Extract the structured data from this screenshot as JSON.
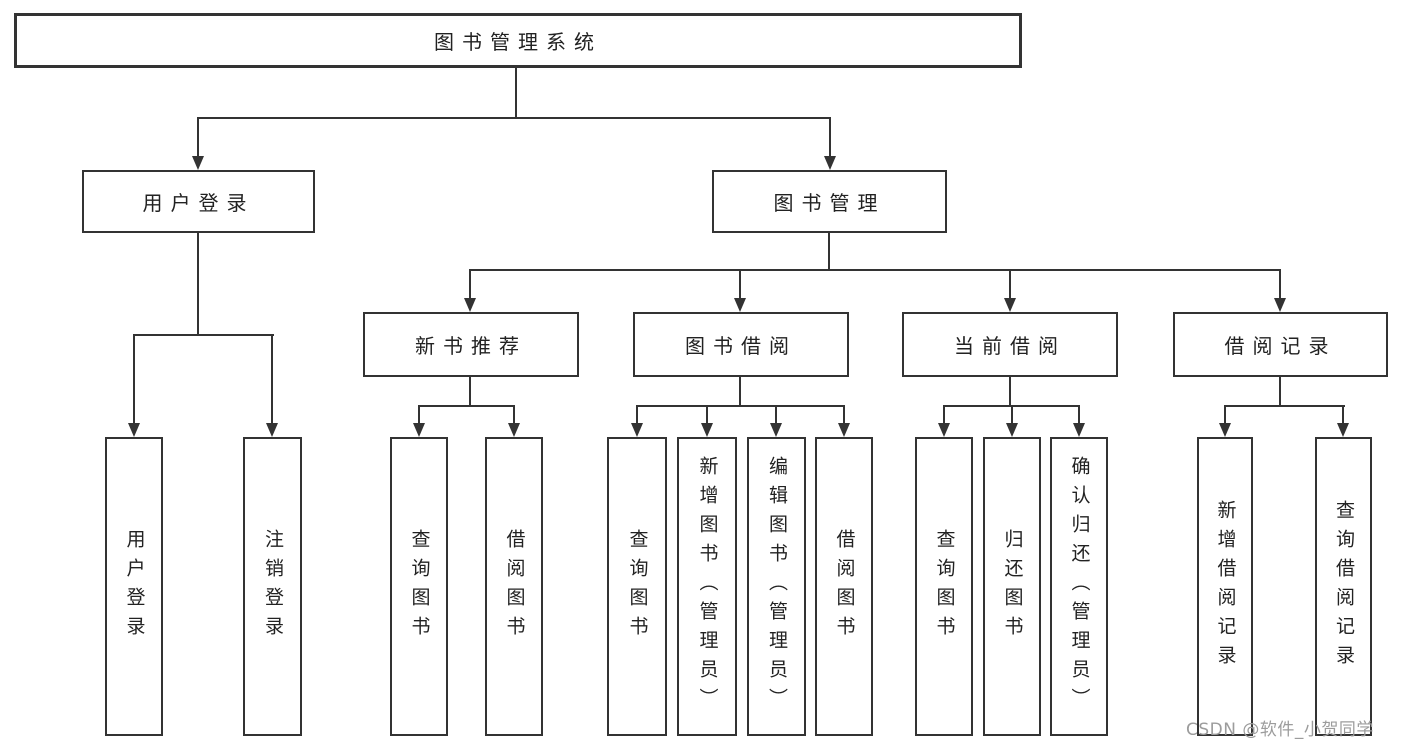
{
  "diagram": {
    "root_label": "图书管理系统",
    "login": {
      "label": "用户登录",
      "children": [
        "用户登录",
        "注销登录"
      ]
    },
    "management": {
      "label": "图书管理",
      "groups": [
        {
          "label": "新书推荐",
          "children": [
            "查询图书",
            "借阅图书"
          ]
        },
        {
          "label": "图书借阅",
          "children": [
            "查询图书",
            "新增图书（管理员）",
            "编辑图书（管理员）",
            "借阅图书"
          ]
        },
        {
          "label": "当前借阅",
          "children": [
            "查询图书",
            "归还图书",
            "确认归还（管理员）"
          ]
        },
        {
          "label": "借阅记录",
          "children": [
            "新增借阅记录",
            "查询借阅记录"
          ]
        }
      ]
    }
  },
  "watermark": "CSDN @软件_小贺同学",
  "colors": {
    "line": "#333333",
    "text": "#222222",
    "watermark": "#9c9c9c",
    "background": "#ffffff"
  }
}
